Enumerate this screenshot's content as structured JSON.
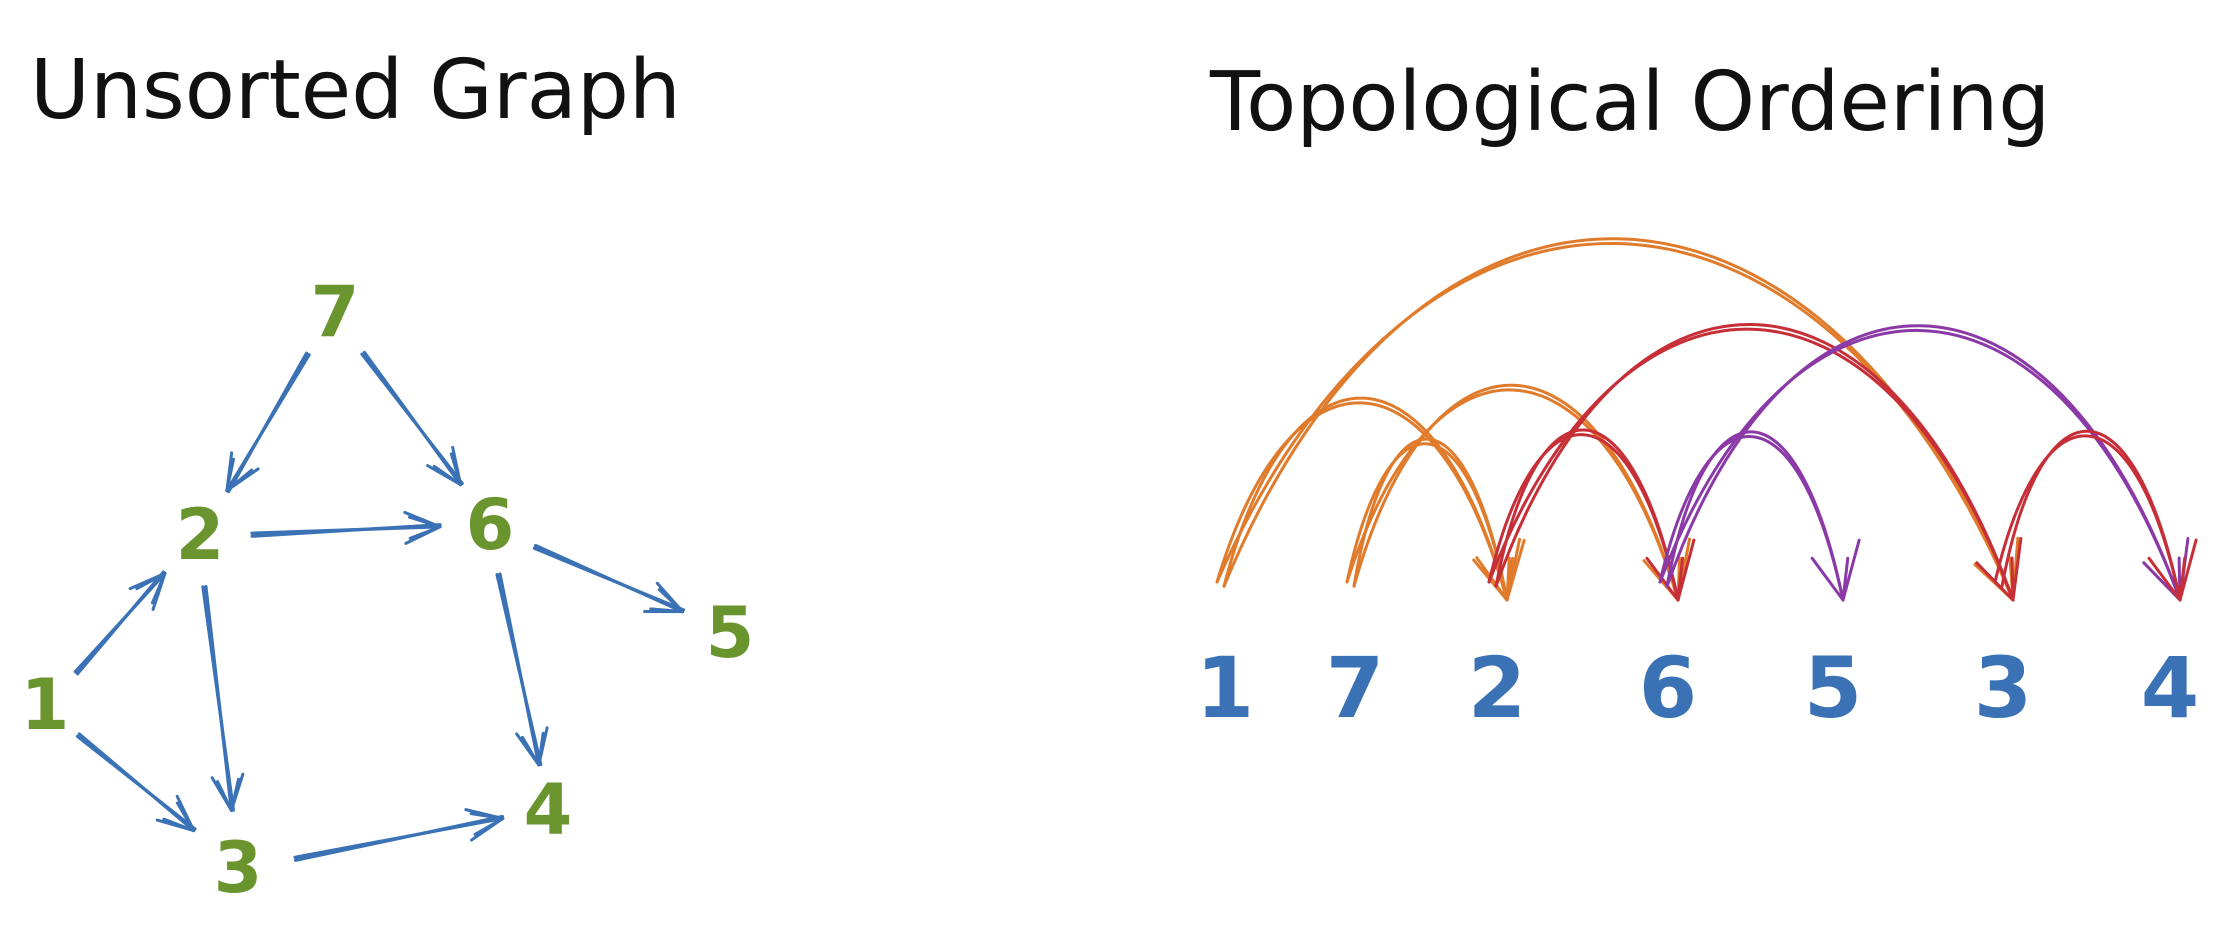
{
  "titles": {
    "left": "Unsorted Graph",
    "right": "Topological Ordering"
  },
  "colors": {
    "title": "#111111",
    "node": "#6a952e",
    "edge": "#3a72b5",
    "order_label": "#3a72b5",
    "from_1": "#e07b2c",
    "from_7": "#e07b2c",
    "from_2": "#c62f38",
    "from_6": "#8a39a6"
  },
  "graph": {
    "nodes": [
      "7",
      "2",
      "6",
      "5",
      "1",
      "3",
      "4"
    ],
    "edges": [
      [
        "7",
        "2"
      ],
      [
        "7",
        "6"
      ],
      [
        "2",
        "6"
      ],
      [
        "6",
        "5"
      ],
      [
        "6",
        "4"
      ],
      [
        "1",
        "2"
      ],
      [
        "1",
        "3"
      ],
      [
        "2",
        "3"
      ],
      [
        "3",
        "4"
      ]
    ]
  },
  "ordering": {
    "sequence": [
      "1",
      "7",
      "2",
      "6",
      "5",
      "3",
      "4"
    ],
    "arcs": [
      {
        "from": "1",
        "to": "2",
        "color_key": "from_1"
      },
      {
        "from": "1",
        "to": "3",
        "color_key": "from_1"
      },
      {
        "from": "7",
        "to": "2",
        "color_key": "from_7"
      },
      {
        "from": "7",
        "to": "6",
        "color_key": "from_7"
      },
      {
        "from": "2",
        "to": "6",
        "color_key": "from_2"
      },
      {
        "from": "2",
        "to": "3",
        "color_key": "from_2"
      },
      {
        "from": "6",
        "to": "5",
        "color_key": "from_6"
      },
      {
        "from": "6",
        "to": "4",
        "color_key": "from_6"
      },
      {
        "from": "3",
        "to": "4",
        "color_key": "from_2"
      }
    ]
  }
}
